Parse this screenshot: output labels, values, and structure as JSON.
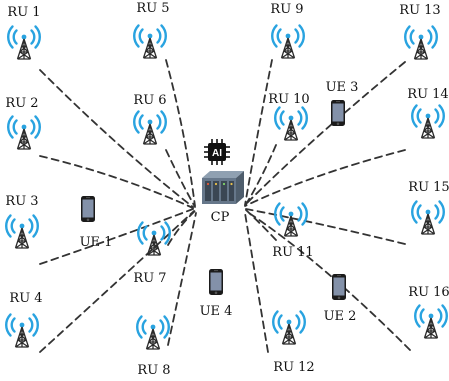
{
  "cp": {
    "label": "CP",
    "ai_badge": "AI",
    "icon": "server-icon",
    "badge_icon": "ai-chip-icon"
  },
  "rus": [
    {
      "id": "ru-1",
      "label": "RU 1"
    },
    {
      "id": "ru-2",
      "label": "RU 2"
    },
    {
      "id": "ru-3",
      "label": "RU 3"
    },
    {
      "id": "ru-4",
      "label": "RU 4"
    },
    {
      "id": "ru-5",
      "label": "RU 5"
    },
    {
      "id": "ru-6",
      "label": "RU 6"
    },
    {
      "id": "ru-7",
      "label": "RU 7"
    },
    {
      "id": "ru-8",
      "label": "RU 8"
    },
    {
      "id": "ru-9",
      "label": "RU 9"
    },
    {
      "id": "ru-10",
      "label": "RU 10"
    },
    {
      "id": "ru-11",
      "label": "RU 11"
    },
    {
      "id": "ru-12",
      "label": "RU 12"
    },
    {
      "id": "ru-13",
      "label": "RU 13"
    },
    {
      "id": "ru-14",
      "label": "RU 14"
    },
    {
      "id": "ru-15",
      "label": "RU 15"
    },
    {
      "id": "ru-16",
      "label": "RU 16"
    }
  ],
  "ues": [
    {
      "id": "ue-1",
      "label": "UE 1"
    },
    {
      "id": "ue-2",
      "label": "UE 2"
    },
    {
      "id": "ue-3",
      "label": "UE 3"
    },
    {
      "id": "ue-4",
      "label": "UE 4"
    }
  ],
  "icons": {
    "radio_unit": "radio-tower-icon",
    "user_equipment": "smartphone-icon"
  },
  "colors": {
    "signal": "#29a3e0",
    "link": "#333333",
    "chip": "#111111",
    "server": "#5a6a7a"
  }
}
